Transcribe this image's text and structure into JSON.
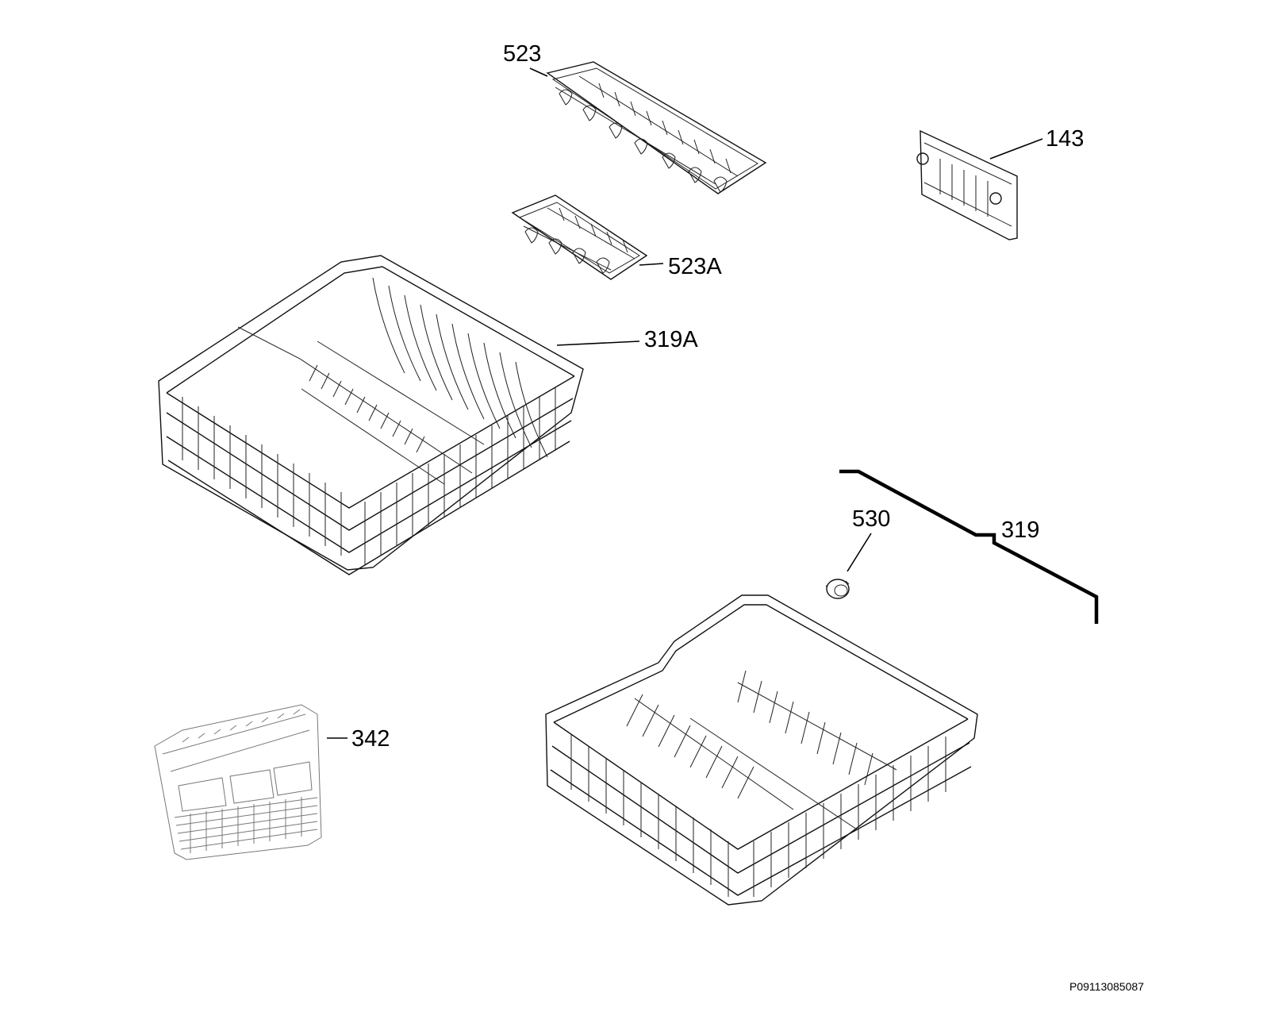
{
  "callouts": {
    "c523": "523",
    "c523a": "523A",
    "c143": "143",
    "c319a": "319A",
    "c530": "530",
    "c319": "319",
    "c342": "342"
  },
  "document_id": "P09113085087",
  "parts": [
    {
      "ref": "523",
      "icon": "tine-rack-long-icon"
    },
    {
      "ref": "523A",
      "icon": "tine-rack-short-icon"
    },
    {
      "ref": "143",
      "icon": "bracket-icon"
    },
    {
      "ref": "319A",
      "icon": "upper-basket-icon"
    },
    {
      "ref": "530",
      "icon": "wheel-icon"
    },
    {
      "ref": "319",
      "icon": "lower-basket-icon"
    },
    {
      "ref": "342",
      "icon": "cutlery-basket-icon"
    }
  ]
}
